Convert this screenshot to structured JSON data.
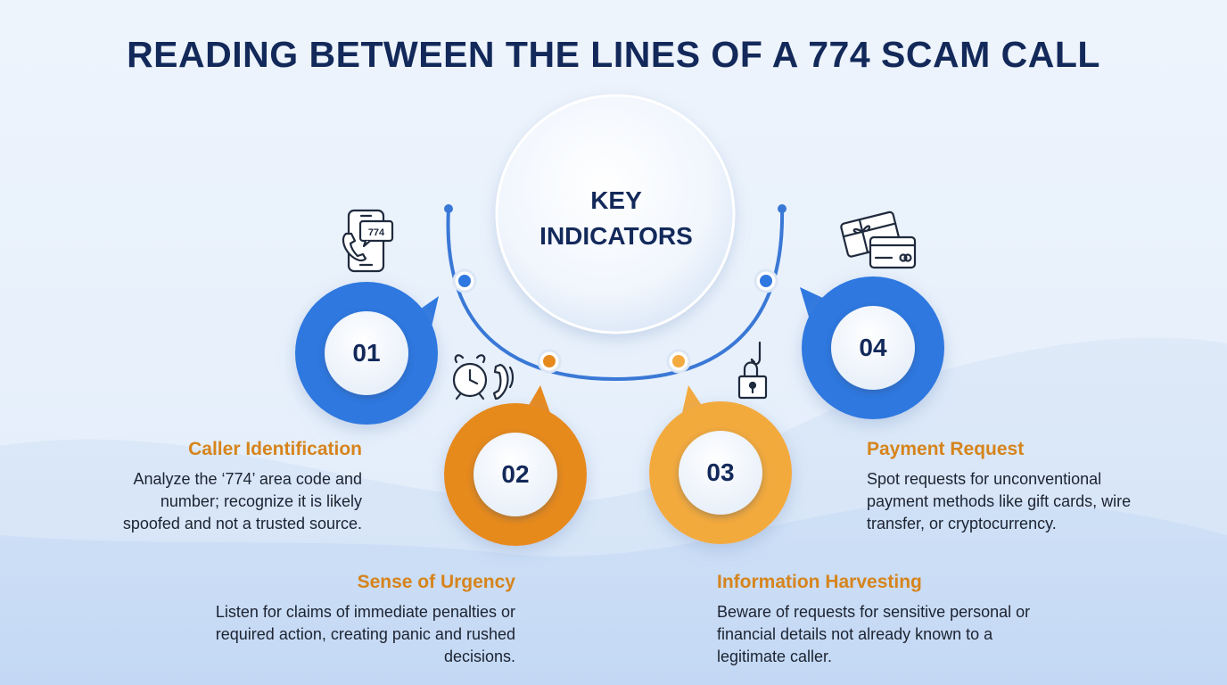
{
  "title": "READING BETWEEN THE LINES OF A 774 SCAM CALL",
  "center": {
    "label_line1": "KEY",
    "label_line2": "INDICATORS"
  },
  "icon_badge_text": "774",
  "indicators": [
    {
      "number": "01",
      "heading": "Caller Identification",
      "description_lines": [
        "Analyze the ‘774’ area code and",
        "number; recognize it is likely",
        "spoofed and not a trusted source."
      ],
      "color": "#2f78e0",
      "icon": "smartphone-call-icon"
    },
    {
      "number": "02",
      "heading": "Sense of Urgency",
      "description_lines": [
        "Listen for claims of immediate penalties or",
        "required action, creating panic and rushed",
        "decisions."
      ],
      "color": "#e78a1e",
      "icon": "alarm-clock-phone-icon"
    },
    {
      "number": "03",
      "heading": "Information Harvesting",
      "description_lines": [
        "Beware of requests for sensitive personal or",
        "financial details not already known to a",
        "legitimate caller."
      ],
      "color": "#f3aa3e",
      "icon": "padlock-hook-icon"
    },
    {
      "number": "04",
      "heading": "Payment Request",
      "description_lines": [
        "Spot requests for unconventional",
        "payment methods like gift cards, wire",
        "transfer, or cryptocurrency."
      ],
      "color": "#2f78e0",
      "icon": "gift-card-credit-card-icon"
    }
  ],
  "colors": {
    "title": "#13295a",
    "heading_accent": "#d6841c",
    "arc": "#3a78d6",
    "blue": "#2f78e0",
    "orange": "#e78a1e",
    "light_orange": "#f3aa3e"
  }
}
